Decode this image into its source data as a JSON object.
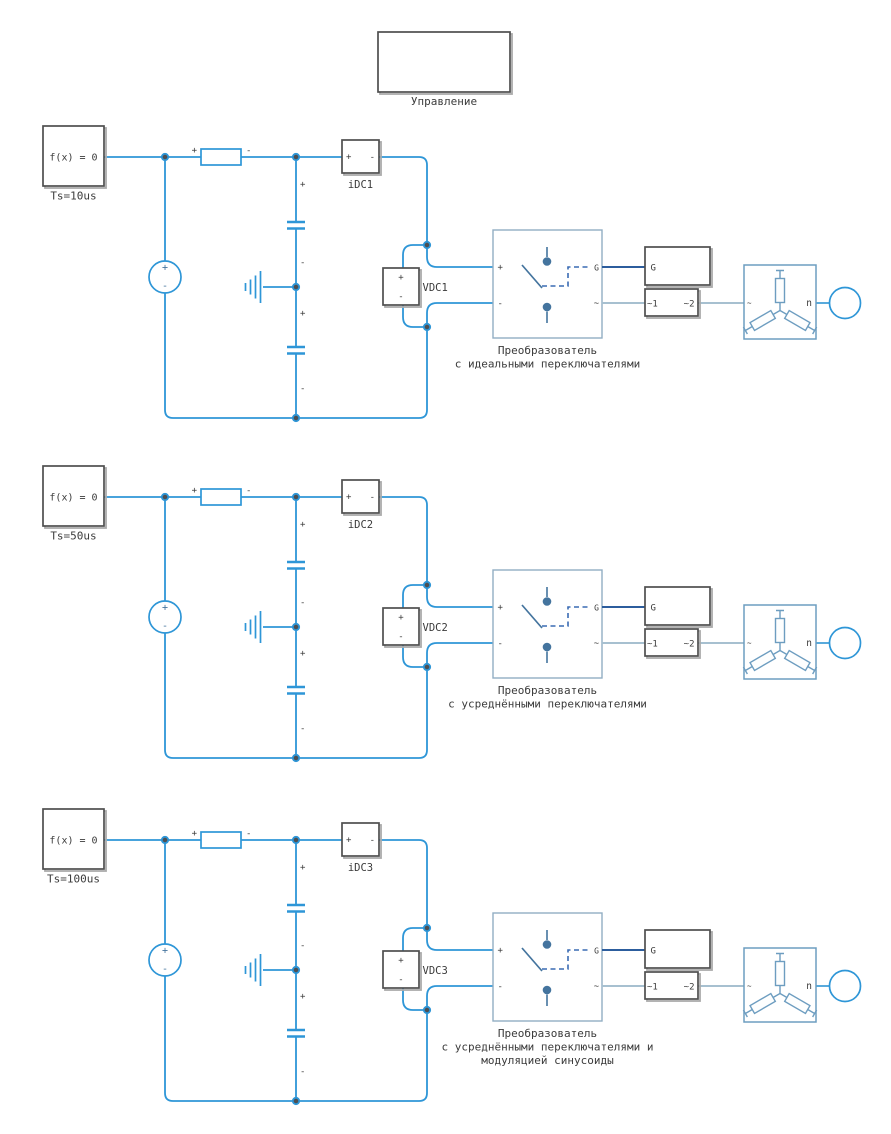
{
  "diagram": {
    "control_block": {
      "label": "Управление"
    },
    "shared_labels": {
      "fx": "f(x) = 0",
      "plus": "+",
      "minus": "-",
      "gate": "G",
      "ac": "~",
      "ac1": "~1",
      "ac2": "~2",
      "neutral": "n"
    },
    "rows": [
      {
        "sample_time": "Ts=10us",
        "current_sensor": "iDC1",
        "voltage_sensor": "VDC1",
        "converter_caption": [
          "Преобразователь",
          "с идеальными переключателями"
        ]
      },
      {
        "sample_time": "Ts=50us",
        "current_sensor": "iDC2",
        "voltage_sensor": "VDC2",
        "converter_caption": [
          "Преобразователь",
          "с усреднёнными переключателями"
        ]
      },
      {
        "sample_time": "Ts=100us",
        "current_sensor": "iDC3",
        "voltage_sensor": "VDC3",
        "converter_caption": [
          "Преобразователь",
          "с усреднёнными переключателями и",
          "модуляцией синусоиды"
        ]
      }
    ],
    "colors": {
      "wire": "#2e96d7",
      "gate_wire": "#2c5d9d",
      "ac_wire": "#a7c0d0",
      "neutral_wire": "#45a0d8",
      "block_border": "#4f4f4f",
      "converter_border": "#92aec3",
      "machine_border": "#6d9dc0",
      "switch": "#44749e",
      "dashed_control": "#3a6bb4",
      "junction": "#4d4f52"
    }
  }
}
